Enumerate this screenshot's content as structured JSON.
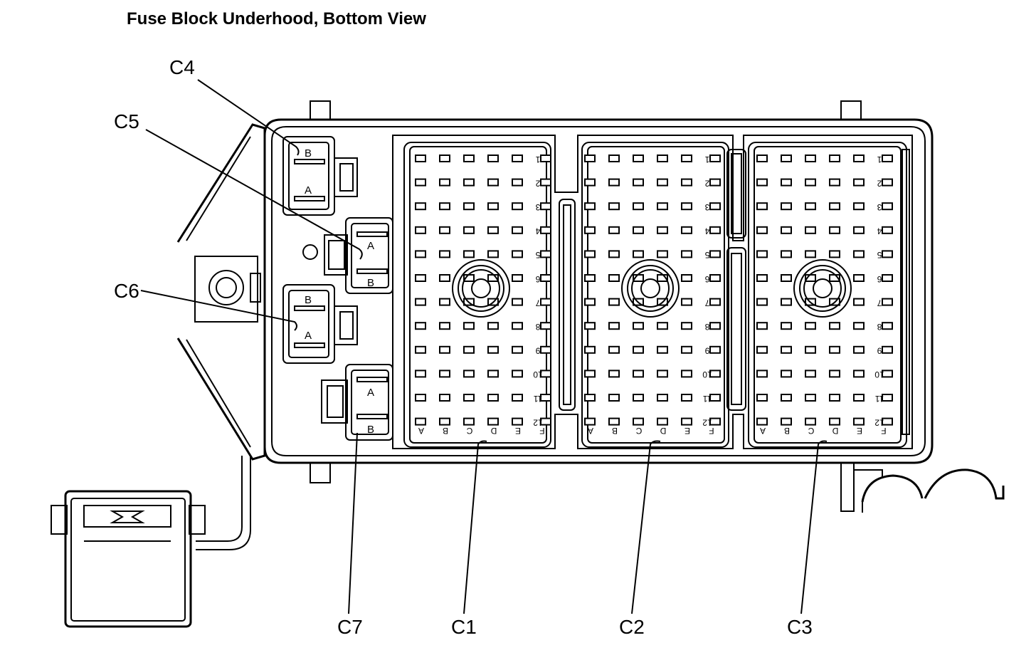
{
  "title": "Fuse Block  Underhood, Bottom View",
  "callouts": {
    "c1": "C1",
    "c2": "C2",
    "c3": "C3",
    "c4": "C4",
    "c5": "C5",
    "c6": "C6",
    "c7": "C7"
  },
  "terminal_labels": {
    "a": "A",
    "b": "B"
  },
  "connector_rows": [
    "1",
    "2",
    "3",
    "4",
    "5",
    "6",
    "7",
    "8",
    "9",
    "10",
    "11",
    "12"
  ],
  "connector_columns": [
    "A",
    "B",
    "C",
    "D",
    "E",
    "F"
  ]
}
